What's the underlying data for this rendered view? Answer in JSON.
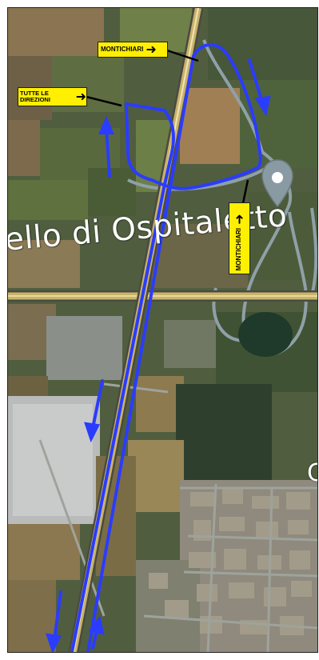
{
  "map": {
    "place_name": "ello di Ospitaletto",
    "edge_glyph": "C",
    "route_color": "#2b3cff",
    "road_color": "#c9b36a",
    "callout_color": "#ffef00"
  },
  "signs": [
    {
      "text": "MONTICHIARI",
      "arrow": "➜"
    },
    {
      "text": "TUTTE LE DIREZIONI",
      "arrow": "➜"
    },
    {
      "text": "MONTICHIARI",
      "arrow": "➜"
    }
  ],
  "icons": {
    "poi_marker": "map-pin-icon",
    "direction": "arrow-icon"
  }
}
